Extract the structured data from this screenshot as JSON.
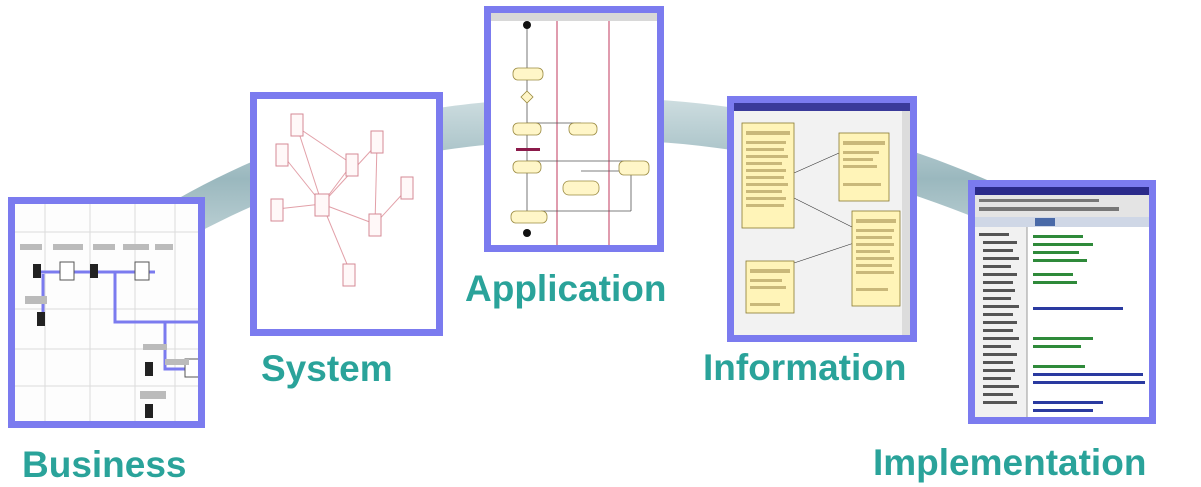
{
  "stages": {
    "business": "Business",
    "system": "System",
    "application": "Application",
    "information": "Information",
    "implementation": "Implementation"
  },
  "colors": {
    "label": "#2aa39a",
    "frame": "#7b7bef",
    "arc": "#a9c3c8"
  }
}
